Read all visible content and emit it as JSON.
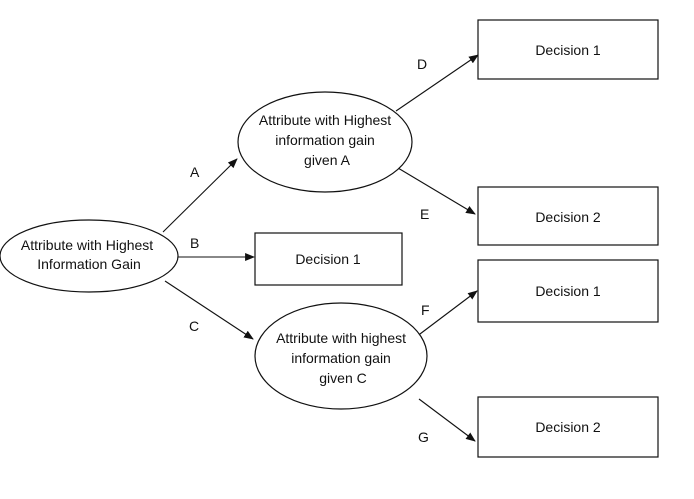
{
  "nodes": {
    "root": {
      "lines": [
        "Attribute with Highest",
        "Information Gain"
      ]
    },
    "attr_a": {
      "lines": [
        "Attribute with Highest",
        "information gain",
        "given A"
      ]
    },
    "attr_c": {
      "lines": [
        "Attribute with highest",
        "information gain",
        "given C"
      ]
    },
    "decision_b": {
      "label": "Decision 1"
    },
    "decision_d": {
      "label": "Decision 1"
    },
    "decision_e": {
      "label": "Decision 2"
    },
    "decision_f": {
      "label": "Decision 1"
    },
    "decision_g": {
      "label": "Decision 2"
    }
  },
  "edges": {
    "a": "A",
    "b": "B",
    "c": "C",
    "d": "D",
    "e": "E",
    "f": "F",
    "g": "G"
  },
  "colors": {
    "stroke": "#111111",
    "fill": "#ffffff"
  }
}
